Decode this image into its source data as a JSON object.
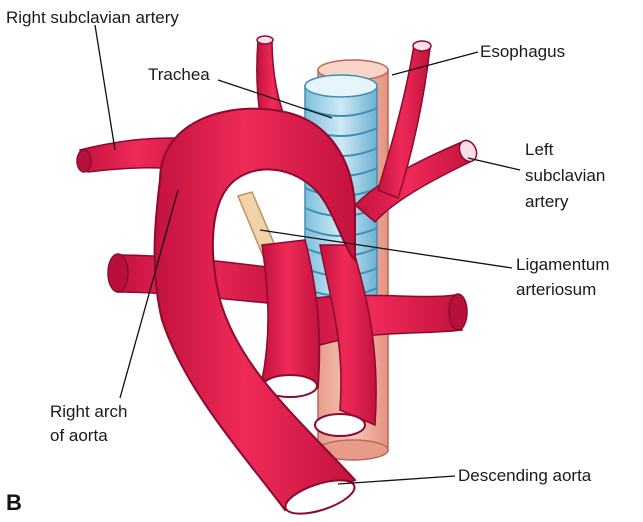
{
  "panel_letter": "B",
  "labels": {
    "right_subclavian": "Right subclavian artery",
    "trachea": "Trachea",
    "esophagus": "Esophagus",
    "left_subclavian_1": "Left",
    "left_subclavian_2": "subclavian",
    "left_subclavian_3": "artery",
    "ligamentum_1": "Ligamentum",
    "ligamentum_2": "arteriosum",
    "right_arch_1": "Right arch",
    "right_arch_2": "of aorta",
    "descending_aorta": "Descending aorta"
  },
  "colors": {
    "artery": "#e8224f",
    "artery_dark": "#b8103a",
    "trachea": "#9fd2e8",
    "trachea_ring": "#5aa7c9",
    "esophagus": "#f2b3a3",
    "ligament": "#f0d3a8"
  }
}
